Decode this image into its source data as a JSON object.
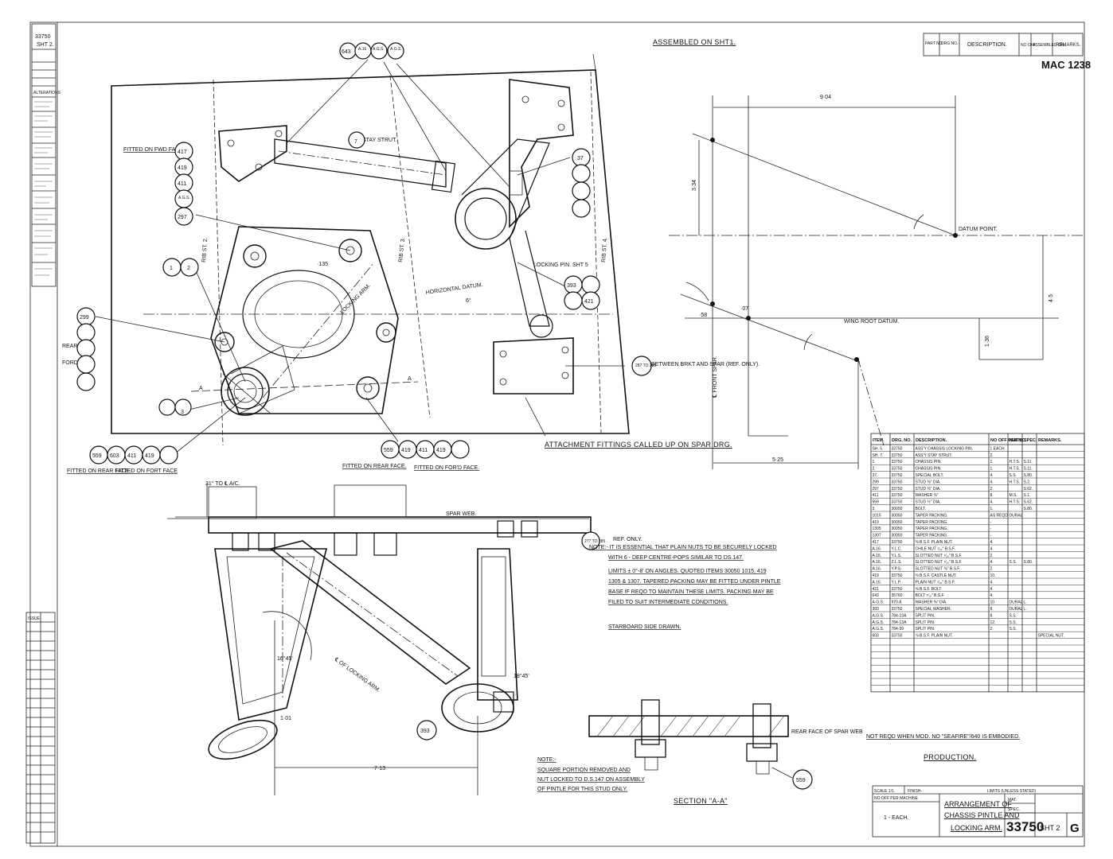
{
  "title_block": {
    "mac_number": "MAC 1238",
    "drawing_number": "33750",
    "sheet": "SHT 2",
    "issue": "G",
    "title_line1": "ARRANGEMENT OF",
    "title_line2": "CHASSIS PINTLE AND",
    "title_line3": "LOCKING ARM.",
    "scale": "SCALE 1/1.",
    "finish": "FINISH-",
    "limits": "LIMITS (UNLESS STATED)",
    "no_off_per_machine": "NO OFF PER MACHINE",
    "qty": "1 - EACH.",
    "mat": "MAT.",
    "spec": "SPEC.",
    "production": "PRODUCTION."
  },
  "top_header": {
    "part_no": "PART NO.",
    "drg_no": "DRG NO.",
    "description": "DESCRIPTION.",
    "no_off": "NO OFF.",
    "assembled_on": "ASSEMBLED ON.",
    "remarks": "REMARKS."
  },
  "left_margin": {
    "ref": "33750",
    "sheet": "SHT 2.",
    "alterations": "ALTERATIONS",
    "issue_label": "ISSUE."
  },
  "notes": {
    "assembled": "ASSEMBLED ON SHT1.",
    "note1": "NOTE:- IT IS ESSENTIAL THAT PLAIN NUTS TO BE SECURELY LOCKED",
    "note2": "WITH 6 - DEEP CENTRE-POPS SIMILAR TO DS.147.",
    "note3": "LIMITS ± 0°-8' ON ANGLES. QUOTED ITEMS 30050 1015, 419",
    "note4": "1305 & 1307. TAPERED PACKING MAY BE FITTED UNDER PINTLE",
    "note5": "BASE IF REQD TO MAINTAIN THESE LIMITS. PACKING MAY BE",
    "note6": "FILED TO SUIT INTERMEDIATE CONDITIONS.",
    "starboard": "STARBOARD SIDE DRAWN.",
    "note_square1": "NOTE:-",
    "note_square2": "SQUARE PORTION REMOVED AND",
    "note_square3": "NUT LOCKED TO D.S.147 ON ASSEMBLY",
    "note_square4": "OF PINTLE FOR THIS STUD ONLY.",
    "section": "SECTION \"A-A\"",
    "not_reqd": "NOT REQD WHEN MOD. NO \"SEAFIRE\"/640 IS EMBODIED.",
    "attachment": "ATTACHMENT FITTINGS CALLED UP ON SPAR DRG.",
    "fitted_fwd": "FITTED ON FWD FACE.",
    "fitted_rear": "FITTED ON REAR FACE.",
    "fitted_ford": "FITTED ON FOR'D FACE.",
    "fitted_rear_face": "FITTED ON REAR FACE",
    "fitted_fort_face": "FITTED ON FORT FACE",
    "spar_web": "SPAR WEB.",
    "rear_face_spar": "REAR FACE OF SPAR WEB",
    "ref_only": "REF. ONLY.",
    "between": "BETWEEN BRKT AND SPAR (REF. ONLY).",
    "locking_pin": "LOCKING PIN. SHT 5",
    "stay_strut": "STAY STRUT.",
    "horizontal_datum": "HORIZONTAL DATUM.",
    "locking_arm": "LOCKING ARM.",
    "locking_arm2": "℄ OF LOCKING ARM.",
    "datum_point": "DATUM POINT.",
    "wing_root_datum": "WING ROOT DATUM.",
    "front_spar": "℄ FRONT SPAR.",
    "rib_st2": "RIB ST. 2.",
    "rib_st3": "RIB ST. 3.",
    "rib_st4": "RIB ST. 4.",
    "rear_face": "REAR FACE.",
    "ford_face": "FORD FACE."
  },
  "dimensions": {
    "d1": "9·04",
    "d2": "3·34",
    "d3": "4·5",
    "d4": "1·36",
    "d5": "5·25",
    "d6": "7·13",
    "d7": "1·01",
    "d8": "31° TO ℄ A/C.",
    "d9": "·135",
    "d10": "·58",
    "d11": "·07",
    "d12": "6°",
    "d13": "16°45'",
    "d14": "18°45'"
  },
  "bubbles": {
    "b643": "643",
    "b417": "417",
    "b419": "419",
    "b411": "411",
    "b297": "297",
    "b1": "1",
    "b2": "2",
    "b299": "299",
    "b37": "37",
    "b393": "393",
    "b421": "421",
    "b559": "559",
    "b603": "603",
    "b287": "287 TO 285",
    "b277": "277 TO 285",
    "b393b": "393",
    "b559b": "559",
    "b7": "7",
    "b3": "3"
  },
  "parts_table": {
    "headers": [
      "ITEM.",
      "DRG. NO.",
      "DESCRIPTION.",
      "NO OFF PER MC.",
      "MAT'L.",
      "SPEC.",
      "REMARKS."
    ],
    "rows": [
      [
        "SH. 5.",
        "33750",
        "ASS'Y CHASSIS LOCKING PIN.",
        "1 EACH.",
        "",
        "",
        ""
      ],
      [
        "SH. 7.",
        "33750",
        "ASS'Y STAY STRUT.",
        "2.",
        "",
        "",
        ""
      ],
      [
        "1.",
        "33750",
        "CHASSIS PIN.",
        "1.",
        "H.T.S.",
        "S.11.",
        ""
      ],
      [
        "2.",
        "33750",
        "CHASSIS PIN.",
        "1.",
        "H.T.S.",
        "S.11.",
        ""
      ],
      [
        "37.",
        "33750",
        "SPECIAL BOLT.",
        "4.",
        "S.S.",
        "S.80.",
        ""
      ],
      [
        "299",
        "33750",
        "STUD ⅜\" DIA.",
        "4.",
        "H.T.S.",
        "S.2.",
        ""
      ],
      [
        "297",
        "33750",
        "STUD ⅜\" DIA.",
        "2.",
        "",
        "S.62.",
        ""
      ],
      [
        "411",
        "33750",
        "WASHER ⅜\"",
        "8.",
        "M.S.",
        "S.1.",
        ""
      ],
      [
        "559",
        "33750",
        "STUD ½\" DIA.",
        "4.",
        "H.T.S.",
        "S.62.",
        ""
      ],
      [
        "3.",
        "30050",
        "BOLT.",
        "1.",
        "",
        "S.80.",
        ""
      ],
      [
        "1015",
        "30050",
        "TAPER PACKING.",
        "AS REQD",
        "DURAL",
        "",
        ""
      ],
      [
        "419",
        "30050",
        "TAPER PACKING.",
        "-",
        "",
        "",
        ""
      ],
      [
        "1305",
        "30050",
        "TAPER PACKING.",
        "-",
        "",
        "",
        ""
      ],
      [
        "1307",
        "30050",
        "TAPER PACKING.",
        "-",
        "",
        "",
        ""
      ],
      [
        "417",
        "33750",
        "⅜ B.S.F. PLAIN NUT.",
        "4.",
        "",
        "",
        ""
      ],
      [
        "A.16.",
        "Y.L.C.",
        "CHILE NUT ⁷⁄₁₆\" B.S.F.",
        "4.",
        "",
        "",
        ""
      ],
      [
        "A.16.",
        "Y.L.S.",
        "SLOTTED NUT ⁷⁄₁₆\" B.S.F.",
        "2.",
        "",
        "",
        ""
      ],
      [
        "A.16.",
        "Z.L.S.",
        "SLOTTED NUT ⁷⁄₁₆\" B.S.F.",
        "4.",
        "S.S.",
        "S.80.",
        ""
      ],
      [
        "A.16.",
        "Y.P.S.",
        "SLOTTED NUT ⅝\" B.S.F.",
        "2.",
        "",
        "",
        ""
      ],
      [
        "419",
        "33750",
        "⅜ B.S.F. CASTLE NUT.",
        "10.",
        "",
        "",
        ""
      ],
      [
        "A.16.",
        "Y.L.P.",
        "PLAIN NUT ⁷⁄₁₆\" B.S.F.",
        "4.",
        "",
        "",
        ""
      ],
      [
        "421",
        "33750",
        "⅝ B.S.F. BOLT.",
        "4.",
        "",
        "",
        ""
      ],
      [
        "643",
        "35760",
        "BOLT ⁷⁄₁₆\" B.S.F.",
        "4.",
        "",
        "",
        ""
      ],
      [
        "A.G.S.",
        "970-8.",
        "WASHER ⅜\" DIA.",
        "10.",
        "DURAL",
        "L.",
        ""
      ],
      [
        "393",
        "33750",
        "SPECIAL WASHER.",
        "8.",
        "DURAL",
        "L.",
        ""
      ],
      [
        "A.G.S.",
        "784-13A",
        "SPLIT PIN.",
        "8.",
        "S.S.",
        "",
        ""
      ],
      [
        "A.G.S.",
        "784-13A",
        "SPLIT PIN.",
        "12.",
        "S.S.",
        "",
        ""
      ],
      [
        "A.G.S.",
        "784-39",
        "SPLIT PIN.",
        "2.",
        "S.S.",
        "",
        ""
      ],
      [
        "603",
        "33750",
        "⅞ B.S.F. PLAIN NUT.",
        "",
        "",
        "",
        "SPECIAL NUT."
      ]
    ]
  }
}
